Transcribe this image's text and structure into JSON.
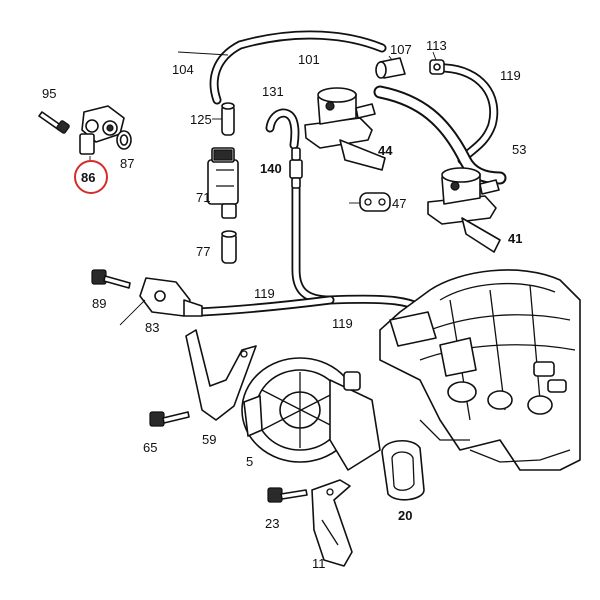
{
  "highlight_color": "#d42b2b",
  "labels": {
    "p95": "95",
    "p86": "86",
    "p87": "87",
    "p104": "104",
    "p101": "101",
    "p107": "107",
    "p113": "113",
    "p119a": "119",
    "p125": "125",
    "p131": "131",
    "p140": "140",
    "p44": "44",
    "p53": "53",
    "p71": "71",
    "p77": "77",
    "p47": "47",
    "p41": "41",
    "p89": "89",
    "p83": "83",
    "p119b": "119",
    "p119c": "119",
    "p65": "65",
    "p59": "59",
    "p5": "5",
    "p20": "20",
    "p23": "23",
    "p11": "11"
  }
}
